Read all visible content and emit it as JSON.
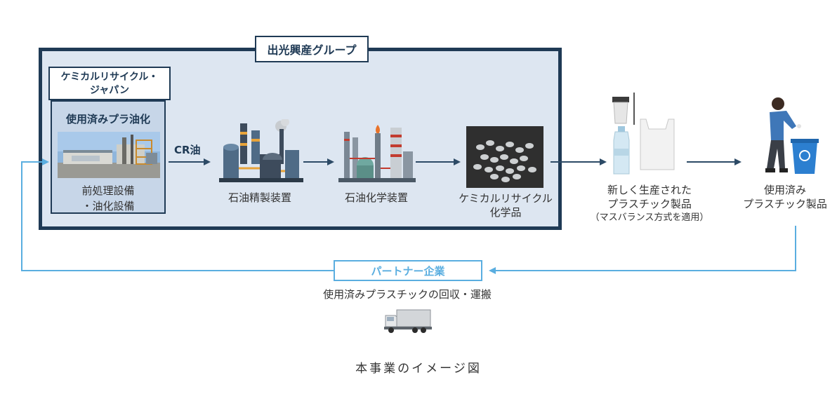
{
  "group": {
    "label": "出光興産グループ"
  },
  "cr_japan": {
    "line1": "ケミカルリサイクル・",
    "line2": "ジャパン"
  },
  "facility": {
    "title": "使用済みプラ油化",
    "caption_line1": "前処理設備",
    "caption_line2": "・油化設備"
  },
  "flow": {
    "cr_oil": "CR油",
    "refinery": "石油精製装置",
    "petrochem": "石油化学装置",
    "chemical_line1": "ケミカルリサイクル",
    "chemical_line2": "化学品",
    "new_line1": "新しく生産された",
    "new_line2": "プラスチック製品",
    "new_line3": "（マスバランス方式を適用）",
    "used_line1": "使用済み",
    "used_line2": "プラスチック製品"
  },
  "partner": {
    "label": "パートナー企業",
    "caption": "使用済みプラスチックの回収・運搬"
  },
  "caption": "本事業のイメージ図",
  "colors": {
    "navy": "#1f3a55",
    "light_blue": "#5aaee0",
    "box_fill": "#dde6f1"
  }
}
